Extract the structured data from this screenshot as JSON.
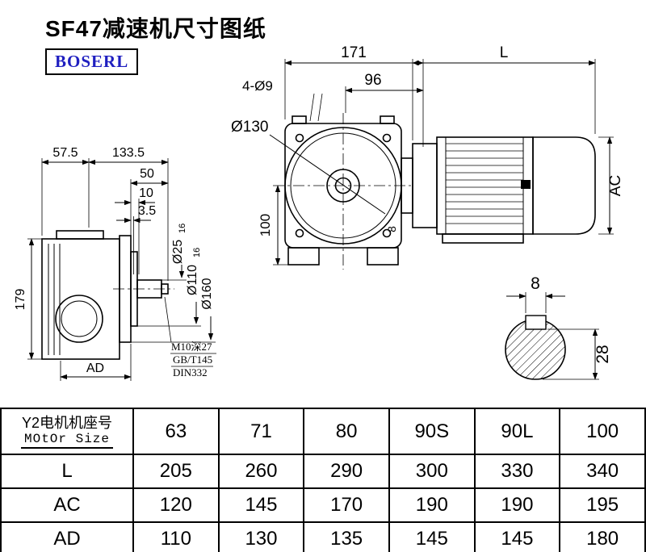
{
  "title": "SF47减速机尺寸图纸",
  "logo": "BOSERL",
  "drawing": {
    "side_view": {
      "d575": "57.5",
      "d1335": "133.5",
      "d50": "50",
      "d10": "10",
      "d35": "3.5",
      "d179": "179",
      "ad": "AD",
      "shaft_dia": "Ø25",
      "shaft_tol": "16",
      "spigot_dia": "Ø110",
      "spigot_tol": "16",
      "flange_dia": "Ø160",
      "note1": "M10深27",
      "note2": "GB/T145",
      "note3": "DIN332"
    },
    "front_view": {
      "w171": "171",
      "d96": "96",
      "holes": "4-Ø9",
      "dia130": "Ø130",
      "h100": "100",
      "key8": "8"
    },
    "motor_view": {
      "l_label": "L",
      "ac_label": "AC"
    },
    "shaft_section": {
      "key_width": "8",
      "key_height": "28"
    }
  },
  "table": {
    "row_header": {
      "line1": "Y2电机机座号",
      "line2": "MOtOr Size"
    },
    "sizes": [
      "63",
      "71",
      "80",
      "90S",
      "90L",
      "100"
    ],
    "rows": [
      {
        "label": "L",
        "values": [
          "205",
          "260",
          "290",
          "300",
          "330",
          "340"
        ]
      },
      {
        "label": "AC",
        "values": [
          "120",
          "145",
          "170",
          "190",
          "190",
          "195"
        ]
      },
      {
        "label": "AD",
        "values": [
          "110",
          "130",
          "135",
          "145",
          "145",
          "180"
        ]
      }
    ]
  }
}
